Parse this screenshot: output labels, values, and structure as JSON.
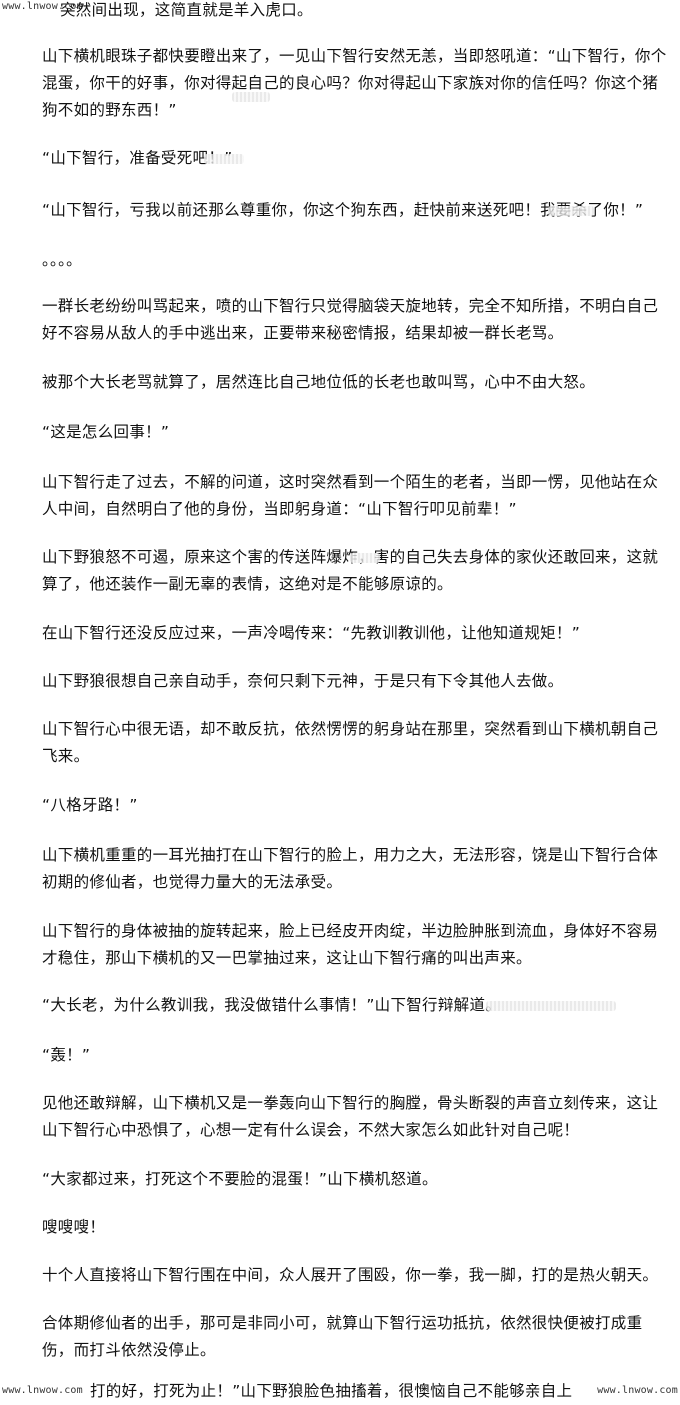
{
  "watermarks": {
    "top_left": "www.lnwow.com",
    "bottom_left": "www.lnwow.com",
    "bottom_right": "www.lnwow.com"
  },
  "paragraphs": [
    "突然间出现，这简直就是羊入虎口。",
    "山下横机眼珠子都快要瞪出来了，一见山下智行安然无恙，当即怒吼道：“山下智行，你个混蛋，你干的好事，你对得起自己的良心吗？你对得起山下家族对你的信任吗？你这个猪狗不如的野东西！”",
    "“山下智行，准备受死吧！”",
    "“山下智行，亏我以前还那么尊重你，你这个狗东西，赶快前来送死吧！我要杀了你！”",
    "。。。。",
    "一群长老纷纷叫骂起来，喷的山下智行只觉得脑袋天旋地转，完全不知所措，不明白自己好不容易从敌人的手中逃出来，正要带来秘密情报，结果却被一群长老骂。",
    "被那个大长老骂就算了，居然连比自己地位低的长老也敢叫骂，心中不由大怒。",
    "“这是怎么回事！”",
    "山下智行走了过去，不解的问道，这时突然看到一个陌生的老者，当即一愣，见他站在众人中间，自然明白了他的身份，当即躬身道：“山下智行叩见前辈！”",
    "山下野狼怒不可遏，原来这个害的传送阵爆炸，害的自己失去身体的家伙还敢回来，这就算了，他还装作一副无辜的表情，这绝对是不能够原谅的。",
    "在山下智行还没反应过来，一声冷喝传来：“先教训教训他，让他知道规矩！”",
    "山下野狼很想自己亲自动手，奈何只剩下元神，于是只有下令其他人去做。",
    "山下智行心中很无语，却不敢反抗，依然愣愣的躬身站在那里，突然看到山下横机朝自己飞来。",
    "“八格牙路！”",
    "山下横机重重的一耳光抽打在山下智行的脸上，用力之大，无法形容，饶是山下智行合体初期的修仙者，也觉得力量大的无法承受。",
    "山下智行的身体被抽的旋转起来，脸上已经皮开肉绽，半边脸肿胀到流血，身体好不容易才稳住，那山下横机的又一巴掌抽过来，这让山下智行痛的叫出声来。",
    "“大长老，为什么教训我，我没做错什么事情！”山下智行辩解道。",
    "“轰！”",
    "见他还敢辩解，山下横机又是一拳轰向山下智行的胸膛，骨头断裂的声音立刻传来，这让山下智行心中恐惧了，心想一定有什么误会，不然大家怎么如此针对自己呢！",
    "“大家都过来，打死这个不要脸的混蛋！”山下横机怒道。",
    "嗖嗖嗖！",
    "十个人直接将山下智行围在中间，众人展开了围殴，你一拳，我一脚，打的是热火朝天。",
    "合体期修仙者的出手，那可是非同小可，就算山下智行运功抵抗，依然很快便被打成重伤，而打斗依然没停止。",
    "打的好，打死为止！”山下野狼脸色抽搐着，很懊恼自己不能够亲自上"
  ]
}
